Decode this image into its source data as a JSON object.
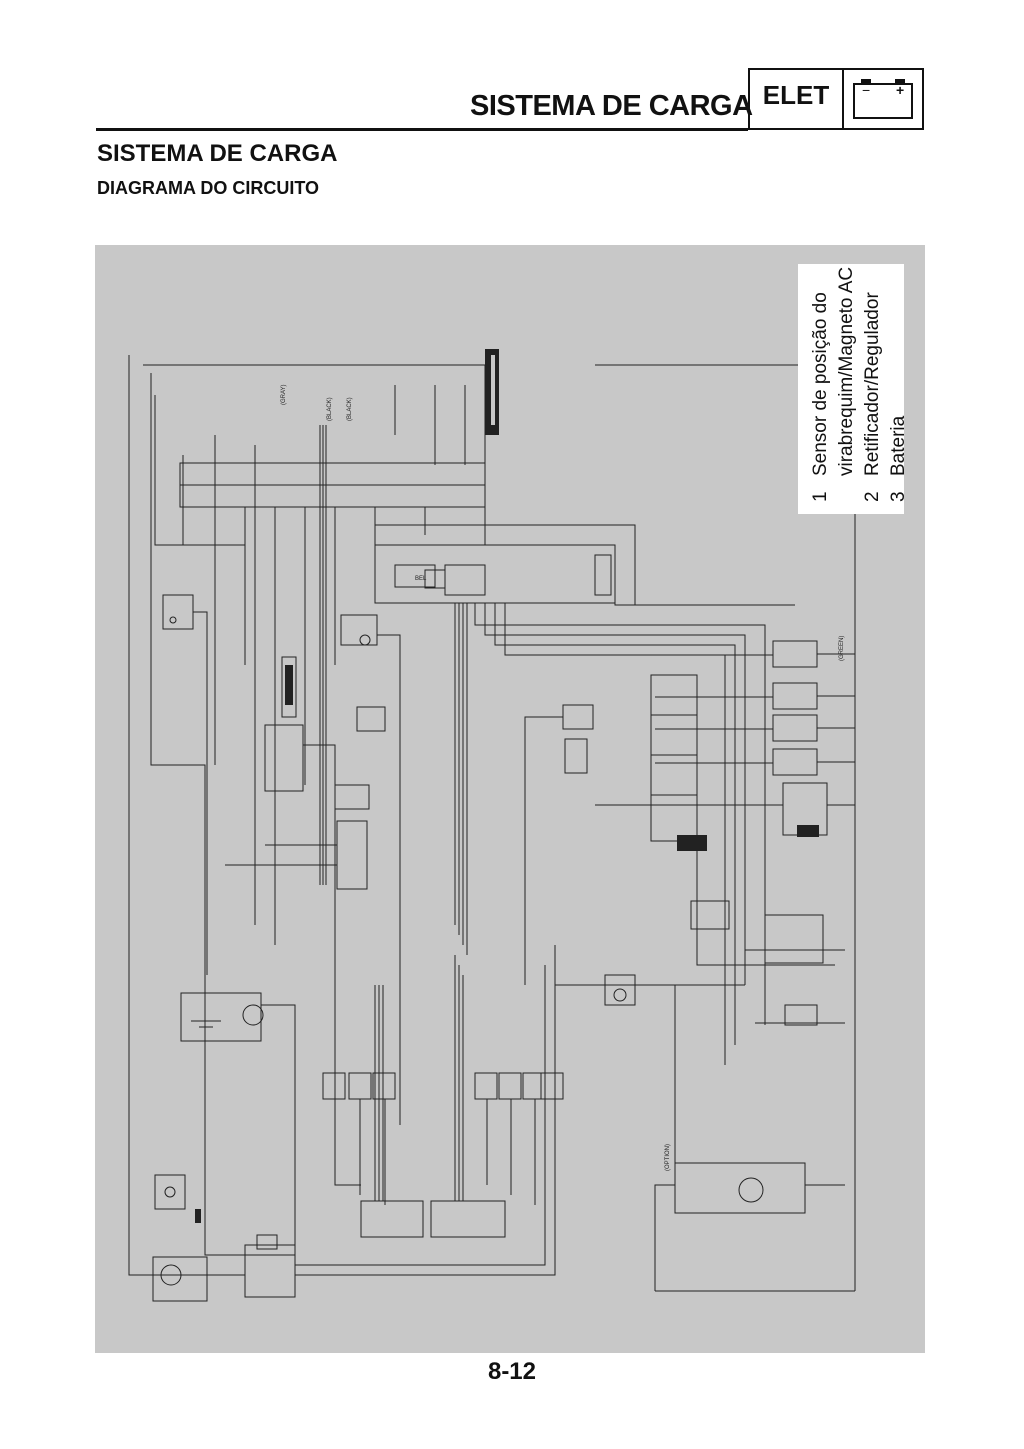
{
  "header": {
    "title": "SISTEMA DE CARGA",
    "badge_label": "ELET",
    "badge_icon": "battery-icon",
    "battery_minus": "−",
    "battery_plus": "+"
  },
  "section_title": "SISTEMA  DE  CARGA",
  "subsection_title": "DIAGRAMA DO CIRCUITO",
  "legend": {
    "items": [
      {
        "number": "1",
        "label": "Sensor de posição do",
        "label_cont": "virabrequim/Magneto AC"
      },
      {
        "number": "2",
        "label": "Retificador/Regulador"
      },
      {
        "number": "3",
        "label": "Bateria"
      }
    ]
  },
  "diagram_labels": {
    "bel": "BEL",
    "option": "(OPTION)",
    "black": "(BLACK)",
    "gray": "(GRAY)",
    "green": "(GREEN)"
  },
  "colors": {
    "diagram_background": "#c8c8c8",
    "wire": "#222222"
  },
  "page_number": "8-12"
}
